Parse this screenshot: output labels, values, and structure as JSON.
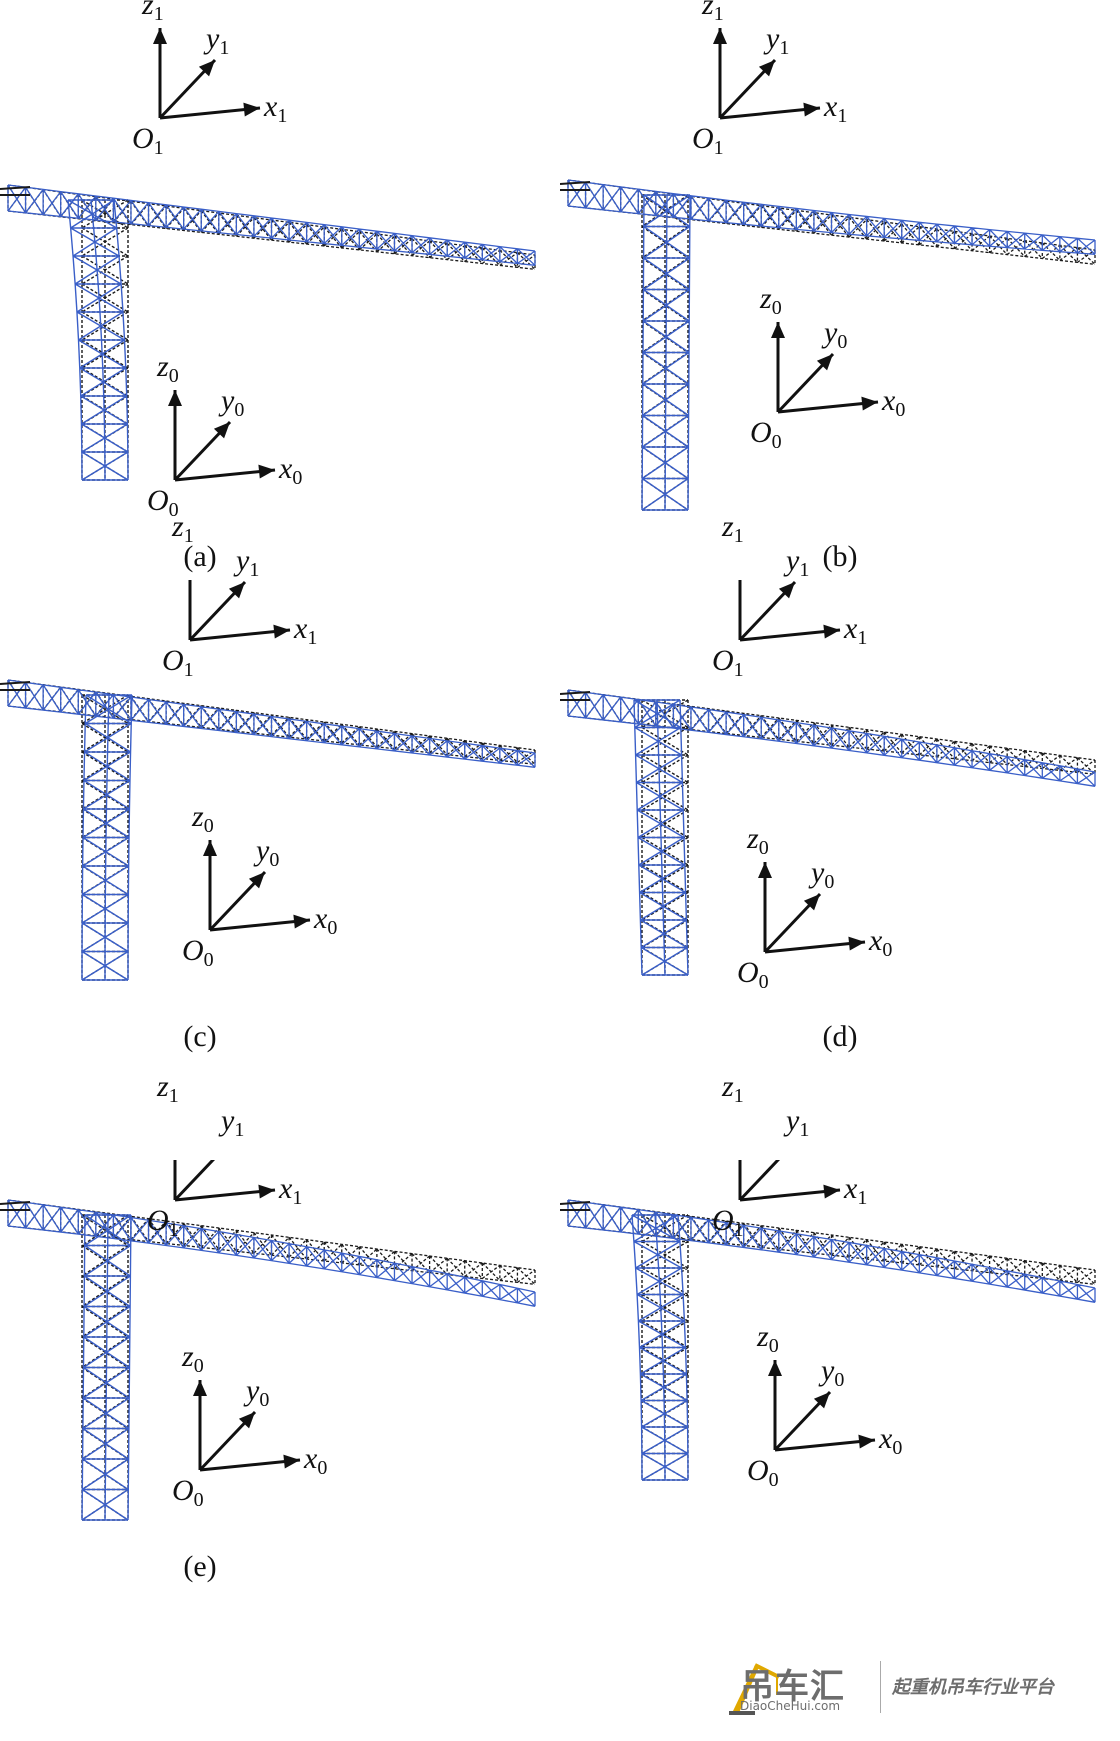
{
  "panels": [
    {
      "id": "a",
      "caption": "(a)",
      "deform": "sway_left"
    },
    {
      "id": "b",
      "caption": "(b)",
      "deform": "jib_lateral"
    },
    {
      "id": "c",
      "caption": "(c)",
      "deform": "slight"
    },
    {
      "id": "d",
      "caption": "(d)",
      "deform": "torsion"
    },
    {
      "id": "e",
      "caption": "(e)",
      "deform": "jib_bend"
    },
    {
      "id": "f",
      "caption": "",
      "deform": "combined"
    }
  ],
  "axes": {
    "top": {
      "x": "x",
      "y": "y",
      "z": "z",
      "o": "O",
      "sub": "1"
    },
    "base": {
      "x": "x",
      "y": "y",
      "z": "z",
      "o": "O",
      "sub": "0"
    }
  },
  "colors": {
    "truss": "#1a1a1a",
    "deformed": "#3a5fc8",
    "arrow": "#111111"
  },
  "watermark": {
    "brand": "吊车汇",
    "site": "DiaoCheHui.com",
    "slogan": "起重机吊车行业平台"
  }
}
